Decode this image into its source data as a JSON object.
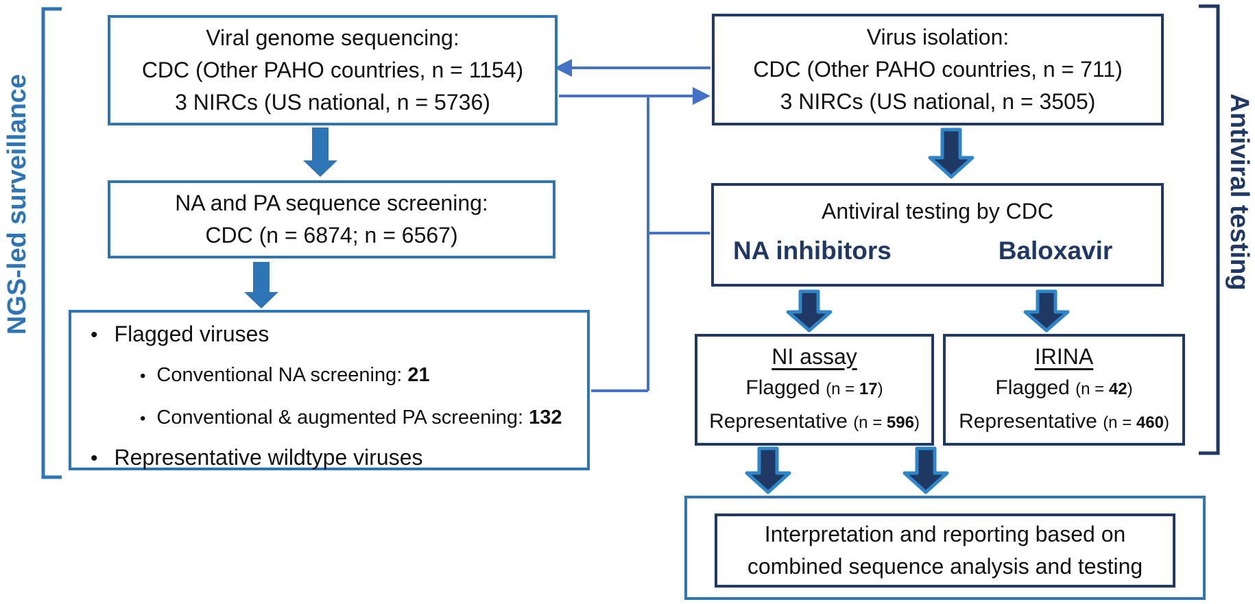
{
  "side_labels": {
    "left": "NGS-led surveillance",
    "right": "Antiviral testing"
  },
  "colors": {
    "blue": "#2E75B6",
    "navy": "#1F3864",
    "connector": "#4472C4",
    "arrow_outline": "#2E86C8"
  },
  "boxes": {
    "viral_sequencing": {
      "lines": [
        "Viral genome sequencing:",
        "CDC (Other PAHO countries, n = 1154)",
        "3 NIRCs (US national, n = 5736)"
      ]
    },
    "na_pa_screening": {
      "lines": [
        "NA and PA sequence screening:",
        "CDC (n = 6874; n = 6567)"
      ]
    },
    "flagged": {
      "items": [
        {
          "text": "Flagged viruses"
        },
        {
          "text": "Conventional NA screening: ",
          "value": "21"
        },
        {
          "text": "Conventional & augmented PA screening: ",
          "value": "132"
        },
        {
          "text": "Representative wildtype viruses"
        }
      ]
    },
    "virus_isolation": {
      "lines": [
        "Virus isolation:",
        "CDC (Other PAHO countries, n = 711)",
        "3 NIRCs (US national, n = 3505)"
      ]
    },
    "antiviral_testing": {
      "title": "Antiviral testing by CDC",
      "left_label": "NA inhibitors",
      "right_label": "Baloxavir"
    },
    "ni_assay": {
      "title": "NI assay",
      "flagged_label": "Flagged ",
      "flagged_n_prefix": "(n = ",
      "flagged_value": "17",
      "paren_close": ")",
      "rep_label": "Representative ",
      "rep_n_prefix": "(n = ",
      "rep_value": "596"
    },
    "irina": {
      "title": "IRINA",
      "flagged_label": "Flagged ",
      "flagged_n_prefix": "(n = ",
      "flagged_value": "42",
      "paren_close": ")",
      "rep_label": "Representative ",
      "rep_n_prefix": "(n = ",
      "rep_value": "460"
    },
    "interpretation": {
      "lines": [
        "Interpretation and reporting based on",
        "combined sequence analysis and testing"
      ]
    }
  }
}
